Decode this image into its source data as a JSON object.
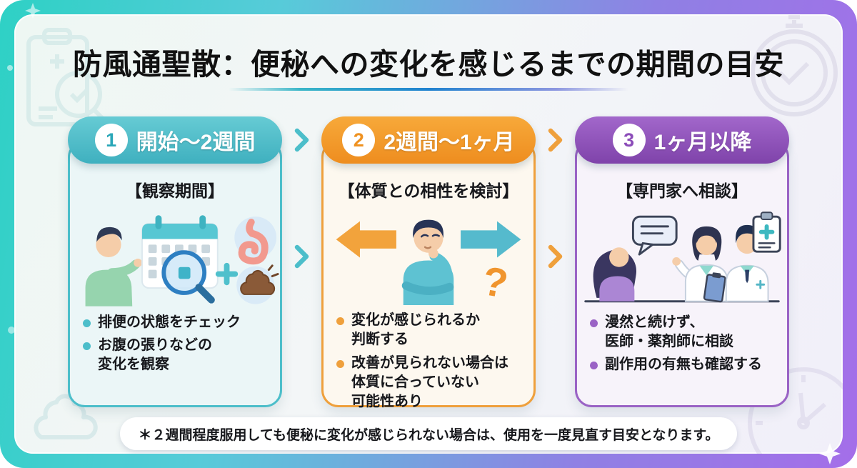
{
  "title": "防風通聖散：便秘への変化を感じるまでの期間の目安",
  "steps": [
    {
      "number": "1",
      "period": "開始〜2週間",
      "subtitle": "【観察期間】",
      "bullets": [
        "排便の状態をチェック",
        "お腹の張りなどの\n変化を観察"
      ],
      "illustration": "person-checking-calendar-with-stomach-and-stool-badges",
      "colors": {
        "accent": "#4cbeca",
        "pill_top": "#66cbd4",
        "pill_bottom": "#3fb0bf",
        "number": "#2aa7b8",
        "body_bg": "#ebf6f7"
      }
    },
    {
      "number": "2",
      "period": "2週間〜1ヶ月",
      "subtitle": "【体質との相性を検討】",
      "bullets": [
        "変化が感じられるか\n判断する",
        "改善が見られない場合は\n体質に合っていない\n可能性あり"
      ],
      "illustration": "thinking-person-between-left-and-right-arrows",
      "colors": {
        "accent": "#efa03c",
        "pill_top": "#f7a93a",
        "pill_bottom": "#ee8d1f",
        "number": "#ef9221",
        "body_bg": "#fdf8ef"
      }
    },
    {
      "number": "3",
      "period": "1ヶ月以降",
      "subtitle": "【専門家へ相談】",
      "bullets": [
        "漫然と続けず、\n医師・薬剤師に相談",
        "副作用の有無も確認する"
      ],
      "illustration": "patient-consulting-doctor-and-pharmacist",
      "colors": {
        "accent": "#9a63c5",
        "pill_top": "#a267cb",
        "pill_bottom": "#7f43aa",
        "number": "#8c4db9",
        "body_bg": "#f7f3fa"
      }
    }
  ],
  "footer_note": "＊２週間程度服用しても便秘に変化が感じられない場合は、使用を一度見直す目安となります。",
  "frame_colors": {
    "left": "#2ed1c5",
    "right": "#a46ee9"
  },
  "background_icons": [
    "clipboard-magnifier-icon",
    "stopwatch-icon",
    "stool-outline-icon",
    "clock-outline-icon",
    "sparkle-icon"
  ]
}
